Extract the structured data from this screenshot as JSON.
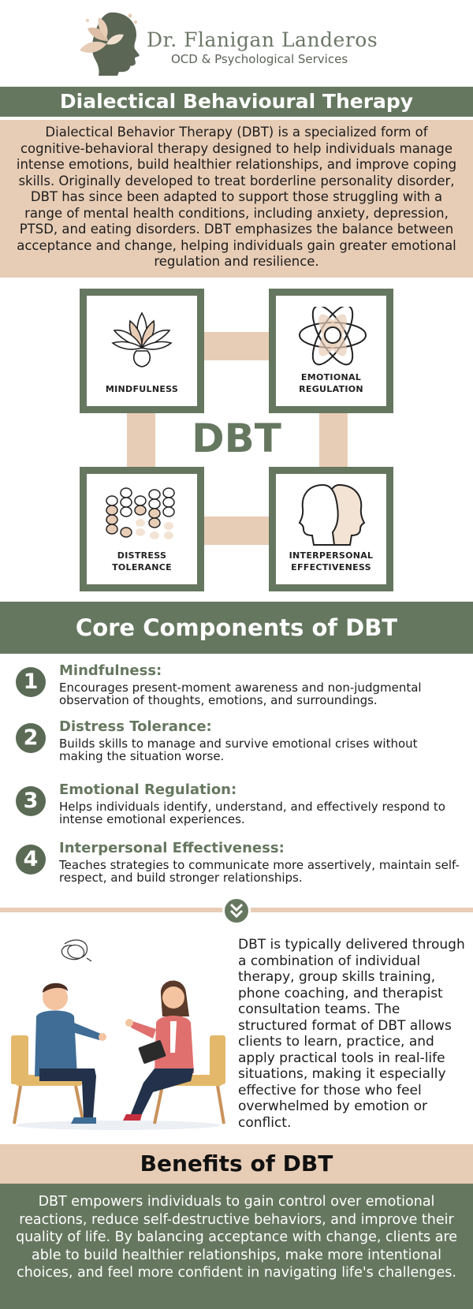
{
  "brand": {
    "name": "Dr. Flanigan Landeros",
    "subtitle": "OCD & Psychological Services"
  },
  "title": "Dialectical Behavioural Therapy",
  "intro": "Dialectical Behavior Therapy (DBT) is a specialized form of cognitive-behavioral therapy designed to help individuals manage intense emotions, build healthier relationships, and improve coping skills. Originally developed to treat borderline personality disorder, DBT has since been adapted to support those struggling with a range of mental health conditions, including anxiety, depression, PTSD, and eating disorders. DBT emphasizes the balance between acceptance and change, helping individuals gain greater emotional regulation and resilience.",
  "diagram": {
    "center": "DBT",
    "boxes": [
      {
        "line1": "MINDFULNESS",
        "line2": ""
      },
      {
        "line1": "EMOTIONAL",
        "line2": "REGULATION"
      },
      {
        "line1": "DISTRESS",
        "line2": "TOLERANCE"
      },
      {
        "line1": "INTERPERSONAL",
        "line2": "EFFECTIVENESS"
      }
    ]
  },
  "core": {
    "heading": "Core Components of DBT",
    "items": [
      {
        "num": "1",
        "title": "Mindfulness:",
        "desc": "Encourages present-moment awareness and non-judgmental observation of thoughts, emotions, and surroundings."
      },
      {
        "num": "2",
        "title": "Distress Tolerance:",
        "desc": "Builds skills to manage and survive emotional crises without making the situation worse."
      },
      {
        "num": "3",
        "title": "Emotional Regulation:",
        "desc": "Helps individuals identify, understand, and effectively respond to intense emotional experiences."
      },
      {
        "num": "4",
        "title": "Interpersonal Effectiveness:",
        "desc": "Teaches strategies to communicate more assertively, maintain self-respect, and build stronger relationships."
      }
    ]
  },
  "delivery": "DBT is typically delivered through a combination of individual therapy, group skills training, phone coaching, and therapist consultation teams. The structured format of DBT allows clients to learn, practice, and apply practical tools in real-life situations, making it especially effective for those who feel overwhelmed by emotion or conflict.",
  "benefits": {
    "heading": "Benefits of DBT",
    "text": "DBT empowers individuals to gain control over emotional reactions, reduce self-destructive behaviors, and improve their quality of life. By balancing acceptance with change, clients are able to build healthier relationships, make more intentional choices, and feel more confident in navigating life's challenges."
  },
  "icons": {
    "logo": "head-with-leaves-logo",
    "mindfulness": "lotus-icon",
    "emotional_regulation": "atom-icon",
    "distress_tolerance": "abacus-icon",
    "interpersonal": "two-heads-icon",
    "divider": "chevron-double-down-icon",
    "illustration": "therapy-session-illustration"
  },
  "colors": {
    "green": "#66775f",
    "beige": "#e8cdb6",
    "white": "#ffffff"
  }
}
